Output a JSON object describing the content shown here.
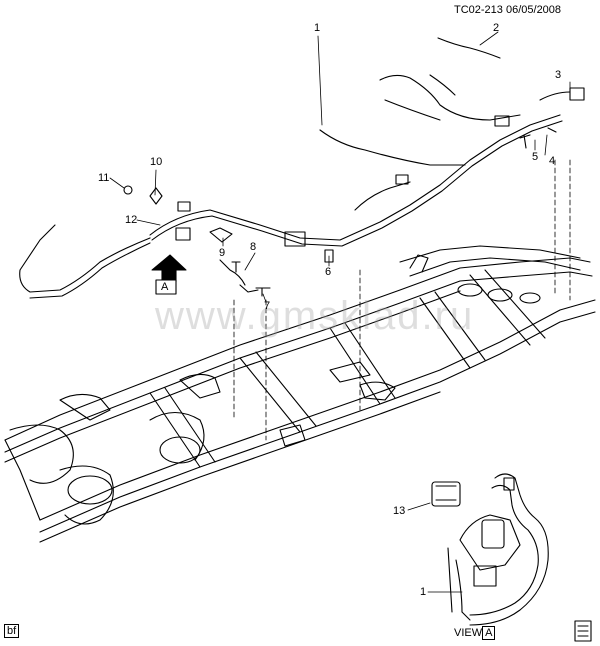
{
  "header": {
    "doc_id": "TC02-213",
    "date": "06/05/2008"
  },
  "watermark": {
    "text": "www.gmsklad.ru"
  },
  "callouts": [
    "1",
    "2",
    "3",
    "4",
    "5",
    "6",
    "7",
    "8",
    "9",
    "10",
    "11",
    "12",
    "13",
    "1"
  ],
  "view_marker": {
    "letter": "A"
  },
  "view_label": {
    "prefix": "VIEW",
    "letter": "A"
  },
  "footer": {
    "left_tag": "bf"
  },
  "colors": {
    "line": "#000000",
    "background": "#ffffff",
    "watermark": "#a0a0a0"
  },
  "icons": [
    "view-arrow-icon",
    "book-icon"
  ]
}
